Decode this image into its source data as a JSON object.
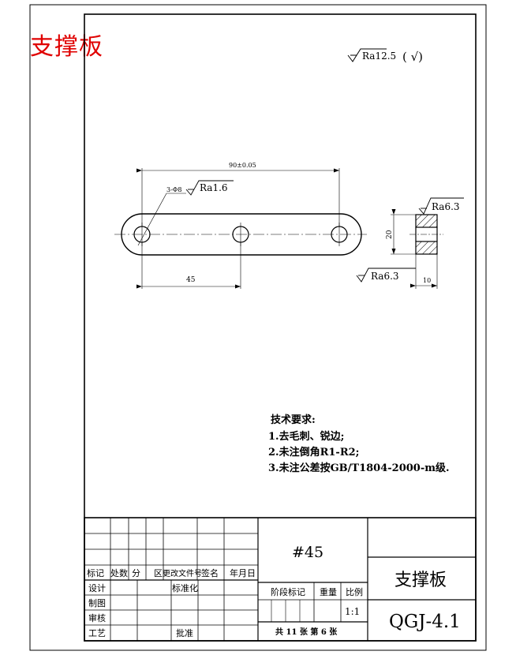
{
  "overlay_title": "支撑板",
  "roughness_general": {
    "value": "Ra12.5",
    "suffix": "( √)"
  },
  "front_view": {
    "overall_dim": "90±0.05",
    "hole_note": "3-Φ8",
    "hole_roughness": "Ra1.6",
    "offset_dim": "45"
  },
  "side_view": {
    "height_dim": "20",
    "width_dim": "10",
    "roughness_top": "Ra6.3",
    "roughness_bottom": "Ra6.3"
  },
  "technical_requirements": {
    "heading": "技术要求:",
    "items": [
      "1.去毛刺、锐边;",
      "2.未注倒角R1-R2;",
      "3.未注公差按GB/T1804-2000-m级."
    ]
  },
  "title_block": {
    "material": "#45",
    "part_name": "支撑板",
    "drawing_no": "QGJ-4.1",
    "revision_header": [
      "标记",
      "处数",
      "分",
      "区",
      "更改文件号",
      "签名",
      "年月日"
    ],
    "row_labels": [
      "设计",
      "制图",
      "审核",
      "工艺"
    ],
    "standardize": "标准化",
    "approve": "批准",
    "stage_mark": "阶段标记",
    "weight": "重量",
    "scale_label": "比例",
    "scale": "1:1",
    "sheet_info": "共 11 张 第 6 张"
  }
}
